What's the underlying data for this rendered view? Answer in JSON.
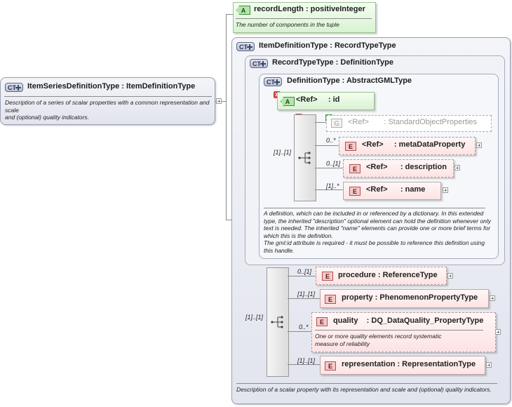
{
  "root": {
    "badge": "CT",
    "title": "ItemSeriesDefinitionType : ItemDefinitionType",
    "description": "Description of a series of scalar properties with a common representation and scale\nand (optional) quality indicators."
  },
  "record_length": {
    "badge": "A",
    "title": "recordLength : positiveInteger",
    "description": "The number of components in the tuple"
  },
  "item_definition": {
    "badge": "CT",
    "title": "ItemDefinitionType : RecordTypeType",
    "description": "Description of a scalar property with its representation and scale and (optional) quality indicators."
  },
  "record_type": {
    "badge": "CT",
    "title": "RecordTypeType : DefinitionType"
  },
  "definition_type": {
    "badge": "CT",
    "title": "DefinitionType : AbstractGMLType",
    "id_attr": {
      "badge": "A",
      "label": "<Ref>     : id"
    },
    "group": {
      "badge": "G",
      "label": "<Ref>       : StandardObjectProperties"
    },
    "seq_card": "[1]..[1]",
    "elements": [
      {
        "card": "0..*",
        "badge": "E",
        "label": "<Ref>     : metaDataProperty"
      },
      {
        "card": "0..[1]",
        "badge": "E",
        "label": "<Ref>      : description"
      },
      {
        "card": "[1]..*",
        "badge": "E",
        "label": "<Ref>      : name"
      }
    ],
    "description": "A definition, which can be included in or referenced by a dictionary. In this extended type, the inherited \"description\" optional element can hold the definition whenever only text is needed. The inherited \"name\" elements can provide one or more brief terms for which this is the definition.\nThe gml:id attribute is required - it must be possible to reference this definition using this handle."
  },
  "item_sequence": {
    "seq_card": "[1]..[1]",
    "elements": [
      {
        "card": "0..[1]",
        "badge": "E",
        "label": "procedure : ReferenceType"
      },
      {
        "card": "[1]..[1]",
        "badge": "E",
        "label": "property : PhenomenonPropertyType"
      },
      {
        "card": "0..*",
        "badge": "E",
        "label": "quality    : DQ_DataQuality_PropertyType",
        "description": "One or more quality elements record systematic measure of reliability"
      },
      {
        "card": "[1]..[1]",
        "badge": "E",
        "label": "representation : RepresentationType"
      }
    ]
  },
  "colors": {
    "element_fill": "#fde3e3",
    "attribute_fill": "#d9f2d2",
    "complex_type_fill": "#e2e4ee"
  }
}
